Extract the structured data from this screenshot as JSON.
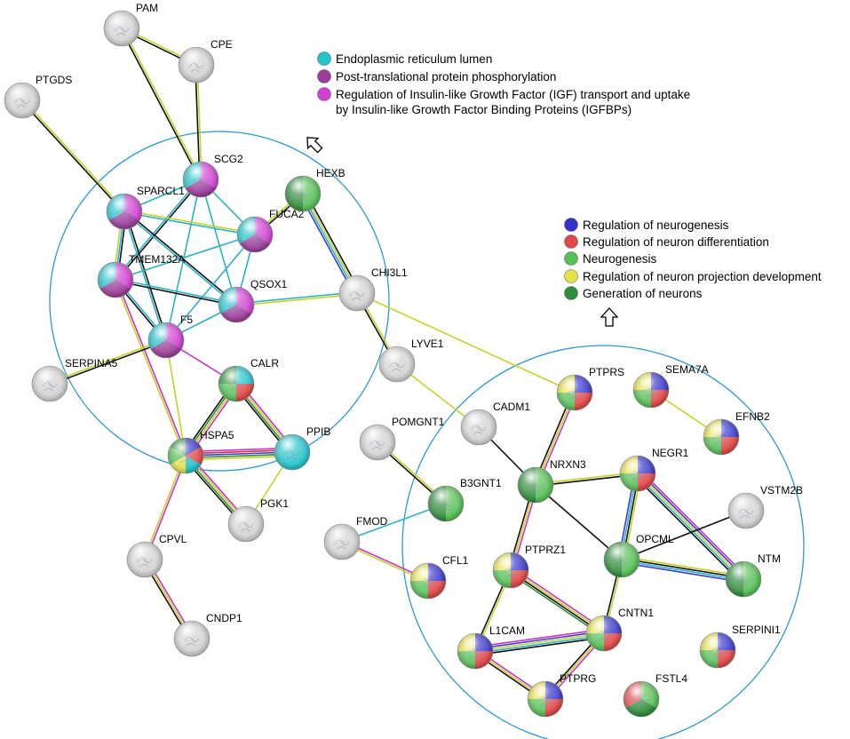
{
  "colors": {
    "er_lumen": "#22c3cc",
    "phosphorylation": "#9b3d9b",
    "igf_regulation": "#d13fd3",
    "neurogenesis_reg": "#3333cc",
    "neuron_diff": "#e04848",
    "neurogenesis": "#55c055",
    "projection_dev": "#e6e04a",
    "generation": "#2e8c3a",
    "unannotated": "#d2d2d2",
    "cluster_circle": "#2a98d4",
    "edge_yellow": "#c6d12a",
    "edge_black": "#111111",
    "edge_magenta": "#c832c8",
    "edge_cyan": "#2bb0c6",
    "edge_blue": "#3b3bd6",
    "edge_green": "#2e8c3a",
    "edge_red": "#d63333"
  },
  "legend_top": [
    {
      "label": "Endoplasmic reticulum lumen",
      "color": "#22c3cc"
    },
    {
      "label": "Post-translational protein phosphorylation",
      "color": "#9b3d9b"
    },
    {
      "label": "Regulation of Insulin-like Growth Factor (IGF) transport and uptake",
      "color": "#d13fd3"
    },
    {
      "label": "by Insulin-like Growth Factor Binding Proteins (IGFBPs)",
      "color": ""
    }
  ],
  "legend_right": [
    {
      "label": "Regulation of neurogenesis",
      "color": "#3333cc"
    },
    {
      "label": "Regulation of neuron differentiation",
      "color": "#e04848"
    },
    {
      "label": "Neurogenesis",
      "color": "#55c055"
    },
    {
      "label": "Regulation of neuron projection development",
      "color": "#e6e04a"
    },
    {
      "label": "Generation of neurons",
      "color": "#2e8c3a"
    }
  ],
  "nodes": [
    {
      "id": "PAM",
      "label": "PAM",
      "colors": [
        "#d2d2d2"
      ]
    },
    {
      "id": "CPE",
      "label": "CPE",
      "colors": [
        "#d2d2d2"
      ]
    },
    {
      "id": "PTGDS",
      "label": "PTGDS",
      "colors": [
        "#d2d2d2"
      ]
    },
    {
      "id": "SCG2",
      "label": "SCG2",
      "colors": [
        "#d13fd3",
        "#9b3d9b",
        "#22c3cc"
      ]
    },
    {
      "id": "SPARCL1",
      "label": "SPARCL1",
      "colors": [
        "#d13fd3",
        "#9b3d9b",
        "#22c3cc"
      ]
    },
    {
      "id": "FUCA2",
      "label": "FUCA2",
      "colors": [
        "#d13fd3",
        "#9b3d9b",
        "#22c3cc"
      ]
    },
    {
      "id": "HEXB",
      "label": "HEXB",
      "colors": [
        "#55c055",
        "#2e8c3a"
      ]
    },
    {
      "id": "TMEM132A",
      "label": "TMEM132A",
      "colors": [
        "#d13fd3",
        "#9b3d9b",
        "#22c3cc"
      ]
    },
    {
      "id": "QSOX1",
      "label": "QSOX1",
      "colors": [
        "#d13fd3",
        "#9b3d9b",
        "#22c3cc"
      ]
    },
    {
      "id": "CHI3L1",
      "label": "CHI3L1",
      "colors": [
        "#d2d2d2"
      ]
    },
    {
      "id": "F5",
      "label": "F5",
      "colors": [
        "#d13fd3",
        "#9b3d9b",
        "#22c3cc"
      ]
    },
    {
      "id": "SERPINA5",
      "label": "SERPINA5",
      "colors": [
        "#d2d2d2"
      ]
    },
    {
      "id": "CALR",
      "label": "CALR",
      "colors": [
        "#22c3cc",
        "#e04848",
        "#55c055",
        "#2e8c3a"
      ]
    },
    {
      "id": "LYVE1",
      "label": "LYVE1",
      "colors": [
        "#d2d2d2"
      ]
    },
    {
      "id": "HSPA5",
      "label": "HSPA5",
      "colors": [
        "#3333cc",
        "#e04848",
        "#22c3cc",
        "#e6e04a",
        "#55c055",
        "#2e8c3a"
      ]
    },
    {
      "id": "PPIB",
      "label": "PPIB",
      "colors": [
        "#22c3cc"
      ]
    },
    {
      "id": "PGK1",
      "label": "PGK1",
      "colors": [
        "#d2d2d2"
      ]
    },
    {
      "id": "CPVL",
      "label": "CPVL",
      "colors": [
        "#d2d2d2"
      ]
    },
    {
      "id": "CNDP1",
      "label": "CNDP1",
      "colors": [
        "#d2d2d2"
      ]
    },
    {
      "id": "POMGNT1",
      "label": "POMGNT1",
      "colors": [
        "#d2d2d2"
      ]
    },
    {
      "id": "B3GNT1",
      "label": "B3GNT1",
      "colors": [
        "#55c055",
        "#2e8c3a"
      ]
    },
    {
      "id": "FMOD",
      "label": "FMOD",
      "colors": [
        "#d2d2d2"
      ]
    },
    {
      "id": "CFL1",
      "label": "CFL1",
      "colors": [
        "#3333cc",
        "#e04848",
        "#55c055",
        "#e6e04a"
      ]
    },
    {
      "id": "CADM1",
      "label": "CADM1",
      "colors": [
        "#d2d2d2"
      ]
    },
    {
      "id": "PTPRS",
      "label": "PTPRS",
      "colors": [
        "#3333cc",
        "#e04848",
        "#55c055",
        "#e6e04a"
      ]
    },
    {
      "id": "SEMA7A",
      "label": "SEMA7A",
      "colors": [
        "#3333cc",
        "#e04848",
        "#55c055",
        "#e6e04a"
      ]
    },
    {
      "id": "EFNB2",
      "label": "EFNB2",
      "colors": [
        "#3333cc",
        "#e04848",
        "#55c055",
        "#e6e04a"
      ]
    },
    {
      "id": "NRXN3",
      "label": "NRXN3",
      "colors": [
        "#55c055",
        "#2e8c3a"
      ]
    },
    {
      "id": "NEGR1",
      "label": "NEGR1",
      "colors": [
        "#3333cc",
        "#e04848",
        "#55c055",
        "#e6e04a"
      ]
    },
    {
      "id": "VSTM2B",
      "label": "VSTM2B",
      "colors": [
        "#d2d2d2"
      ]
    },
    {
      "id": "OPCML",
      "label": "OPCML",
      "colors": [
        "#55c055",
        "#2e8c3a"
      ]
    },
    {
      "id": "NTM",
      "label": "NTM",
      "colors": [
        "#55c055",
        "#2e8c3a"
      ]
    },
    {
      "id": "PTPRZ1",
      "label": "PTPRZ1",
      "colors": [
        "#3333cc",
        "#e04848",
        "#55c055",
        "#e6e04a"
      ]
    },
    {
      "id": "CNTN1",
      "label": "CNTN1",
      "colors": [
        "#3333cc",
        "#e04848",
        "#55c055",
        "#e6e04a"
      ]
    },
    {
      "id": "L1CAM",
      "label": "L1CAM",
      "colors": [
        "#3333cc",
        "#e04848",
        "#55c055",
        "#e6e04a"
      ]
    },
    {
      "id": "SERPINI1",
      "label": "SERPINI1",
      "colors": [
        "#3333cc",
        "#e04848",
        "#55c055",
        "#e6e04a"
      ]
    },
    {
      "id": "PTPRG",
      "label": "PTPRG",
      "colors": [
        "#3333cc",
        "#e04848",
        "#55c055",
        "#e6e04a"
      ]
    },
    {
      "id": "FSTL4",
      "label": "FSTL4",
      "colors": [
        "#55c055",
        "#2e8c3a",
        "#e04848"
      ]
    }
  ],
  "edges": [
    {
      "a": "PAM",
      "b": "CPE",
      "colors": [
        "#c6d12a",
        "#111111"
      ]
    },
    {
      "a": "PAM",
      "b": "SCG2",
      "colors": [
        "#c6d12a",
        "#111111"
      ]
    },
    {
      "a": "CPE",
      "b": "SCG2",
      "colors": [
        "#c6d12a",
        "#111111"
      ]
    },
    {
      "a": "PTGDS",
      "b": "SPARCL1",
      "colors": [
        "#c6d12a",
        "#111111"
      ]
    },
    {
      "a": "SCG2",
      "b": "SPARCL1",
      "colors": [
        "#2bb0c6"
      ]
    },
    {
      "a": "SCG2",
      "b": "FUCA2",
      "colors": [
        "#2bb0c6"
      ]
    },
    {
      "a": "SCG2",
      "b": "TMEM132A",
      "colors": [
        "#111111",
        "#2bb0c6"
      ]
    },
    {
      "a": "SCG2",
      "b": "QSOX1",
      "colors": [
        "#2bb0c6"
      ]
    },
    {
      "a": "SCG2",
      "b": "F5",
      "colors": [
        "#2bb0c6"
      ]
    },
    {
      "a": "SPARCL1",
      "b": "FUCA2",
      "colors": [
        "#c6d12a",
        "#2bb0c6"
      ]
    },
    {
      "a": "SPARCL1",
      "b": "TMEM132A",
      "colors": [
        "#111111",
        "#2bb0c6",
        "#c6d12a"
      ]
    },
    {
      "a": "SPARCL1",
      "b": "QSOX1",
      "colors": [
        "#111111",
        "#2bb0c6"
      ]
    },
    {
      "a": "SPARCL1",
      "b": "F5",
      "colors": [
        "#111111",
        "#2bb0c6"
      ]
    },
    {
      "a": "FUCA2",
      "b": "HEXB",
      "colors": [
        "#c6d12a",
        "#111111"
      ]
    },
    {
      "a": "FUCA2",
      "b": "TMEM132A",
      "colors": [
        "#2bb0c6"
      ]
    },
    {
      "a": "FUCA2",
      "b": "QSOX1",
      "colors": [
        "#2bb0c6"
      ]
    },
    {
      "a": "FUCA2",
      "b": "F5",
      "colors": [
        "#2bb0c6"
      ]
    },
    {
      "a": "TMEM132A",
      "b": "QSOX1",
      "colors": [
        "#2bb0c6",
        "#111111"
      ]
    },
    {
      "a": "TMEM132A",
      "b": "F5",
      "colors": [
        "#2bb0c6",
        "#111111"
      ]
    },
    {
      "a": "TMEM132A",
      "b": "HSPA5",
      "colors": [
        "#c832c8",
        "#c6d12a"
      ]
    },
    {
      "a": "QSOX1",
      "b": "F5",
      "colors": [
        "#2bb0c6"
      ]
    },
    {
      "a": "QSOX1",
      "b": "CHI3L1",
      "colors": [
        "#2bb0c6",
        "#c6d12a"
      ]
    },
    {
      "a": "HEXB",
      "b": "CHI3L1",
      "colors": [
        "#111111",
        "#c6d12a",
        "#2bb0c6",
        "#3b3bd6"
      ]
    },
    {
      "a": "CHI3L1",
      "b": "LYVE1",
      "colors": [
        "#c6d12a",
        "#111111"
      ]
    },
    {
      "a": "CHI3L1",
      "b": "PTPRS",
      "colors": [
        "#c6d12a"
      ]
    },
    {
      "a": "LYVE1",
      "b": "CADM1",
      "colors": [
        "#c6d12a"
      ]
    },
    {
      "a": "SERPINA5",
      "b": "F5",
      "colors": [
        "#c6d12a",
        "#111111"
      ]
    },
    {
      "a": "F5",
      "b": "CALR",
      "colors": [
        "#c832c8"
      ]
    },
    {
      "a": "F5",
      "b": "HSPA5",
      "colors": [
        "#c6d12a"
      ]
    },
    {
      "a": "CALR",
      "b": "HSPA5",
      "colors": [
        "#c832c8",
        "#c6d12a",
        "#2e8c3a",
        "#111111"
      ]
    },
    {
      "a": "CALR",
      "b": "PPIB",
      "colors": [
        "#c832c8",
        "#c6d12a",
        "#2e8c3a",
        "#111111"
      ]
    },
    {
      "a": "HSPA5",
      "b": "PPIB",
      "colors": [
        "#c832c8",
        "#d63333",
        "#3b3bd6",
        "#2e8c3a",
        "#c6d12a"
      ]
    },
    {
      "a": "HSPA5",
      "b": "PGK1",
      "colors": [
        "#c832c8",
        "#c6d12a",
        "#2e8c3a",
        "#111111"
      ]
    },
    {
      "a": "PPIB",
      "b": "PGK1",
      "colors": [
        "#c6d12a"
      ]
    },
    {
      "a": "HSPA5",
      "b": "CPVL",
      "colors": [
        "#c832c8",
        "#c6d12a"
      ]
    },
    {
      "a": "CPVL",
      "b": "CNDP1",
      "colors": [
        "#c832c8",
        "#c6d12a",
        "#111111"
      ]
    },
    {
      "a": "POMGNT1",
      "b": "B3GNT1",
      "colors": [
        "#c6d12a",
        "#111111"
      ]
    },
    {
      "a": "B3GNT1",
      "b": "FMOD",
      "colors": [
        "#2bb0c6"
      ]
    },
    {
      "a": "FMOD",
      "b": "CFL1",
      "colors": [
        "#c832c8",
        "#c6d12a"
      ]
    },
    {
      "a": "CADM1",
      "b": "NRXN3",
      "colors": [
        "#111111"
      ]
    },
    {
      "a": "PTPRS",
      "b": "NRXN3",
      "colors": [
        "#c832c8",
        "#c6d12a",
        "#111111"
      ]
    },
    {
      "a": "SEMA7A",
      "b": "EFNB2",
      "colors": [
        "#c6d12a"
      ]
    },
    {
      "a": "NRXN3",
      "b": "NEGR1",
      "colors": [
        "#c6d12a",
        "#111111"
      ]
    },
    {
      "a": "NRXN3",
      "b": "OPCML",
      "colors": [
        "#111111"
      ]
    },
    {
      "a": "NRXN3",
      "b": "PTPRZ1",
      "colors": [
        "#c832c8",
        "#c6d12a",
        "#111111"
      ]
    },
    {
      "a": "NEGR1",
      "b": "OPCML",
      "colors": [
        "#c6d12a",
        "#111111",
        "#2bb0c6",
        "#3b3bd6"
      ]
    },
    {
      "a": "NEGR1",
      "b": "NTM",
      "colors": [
        "#c832c8",
        "#3b3bd6",
        "#c6d12a",
        "#2bb0c6",
        "#111111"
      ]
    },
    {
      "a": "OPCML",
      "b": "NTM",
      "colors": [
        "#c6d12a",
        "#111111",
        "#2bb0c6",
        "#3b3bd6"
      ]
    },
    {
      "a": "OPCML",
      "b": "VSTM2B",
      "colors": [
        "#111111"
      ]
    },
    {
      "a": "OPCML",
      "b": "CNTN1",
      "colors": [
        "#c6d12a",
        "#111111"
      ]
    },
    {
      "a": "PTPRZ1",
      "b": "CNTN1",
      "colors": [
        "#c832c8",
        "#c6d12a",
        "#111111",
        "#2e8c3a"
      ]
    },
    {
      "a": "PTPRZ1",
      "b": "L1CAM",
      "colors": [
        "#c6d12a",
        "#111111"
      ]
    },
    {
      "a": "L1CAM",
      "b": "CNTN1",
      "colors": [
        "#c832c8",
        "#3b3bd6",
        "#c6d12a",
        "#2bb0c6",
        "#111111"
      ]
    },
    {
      "a": "L1CAM",
      "b": "PTPRG",
      "colors": [
        "#c832c8",
        "#c6d12a",
        "#111111"
      ]
    },
    {
      "a": "CNTN1",
      "b": "PTPRG",
      "colors": [
        "#c832c8",
        "#c6d12a",
        "#111111"
      ]
    }
  ]
}
